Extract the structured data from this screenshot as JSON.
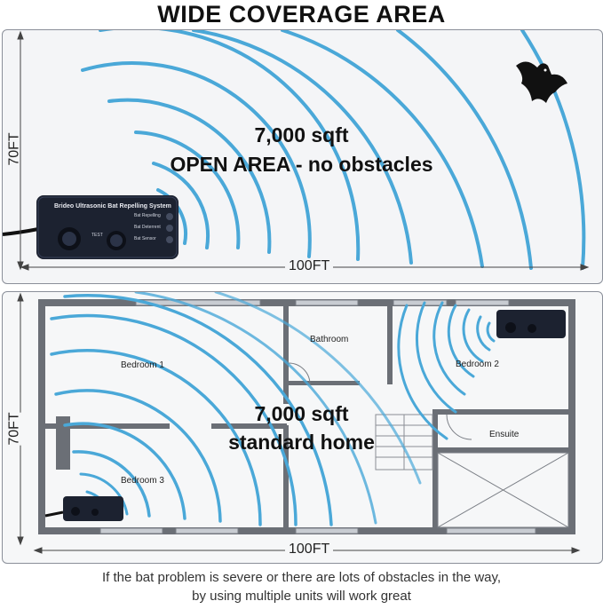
{
  "title": "WIDE COVERAGE AREA",
  "top_panel": {
    "area": "7,000 sqft",
    "subtitle": "OPEN AREA - no obstacles",
    "height_label": "70FT",
    "width_label": "100FT",
    "device": {
      "brand": "Brideo Ultrasonic Bat Repelling System",
      "labels": [
        "Bat Repelling",
        "Bat Deterrent",
        "Bat Sensor"
      ],
      "test_label": "TEST"
    }
  },
  "bottom_panel": {
    "area": "7,000 sqft",
    "subtitle": "standard home",
    "height_label": "70FT",
    "width_label": "100FT",
    "rooms": {
      "bedroom1": "Bedroom 1",
      "bedroom2": "Bedroom 2",
      "bedroom3": "Bedroom 3",
      "bathroom": "Bathroom",
      "ensuite": "Ensuite"
    }
  },
  "footer": {
    "line1": "If the bat problem is severe or there are lots of obstacles in the way,",
    "line2": "by using multiple units will work great"
  },
  "colors": {
    "wave": "#4aa8d8",
    "device": "#1c2230",
    "wall": "#6b6f76"
  }
}
